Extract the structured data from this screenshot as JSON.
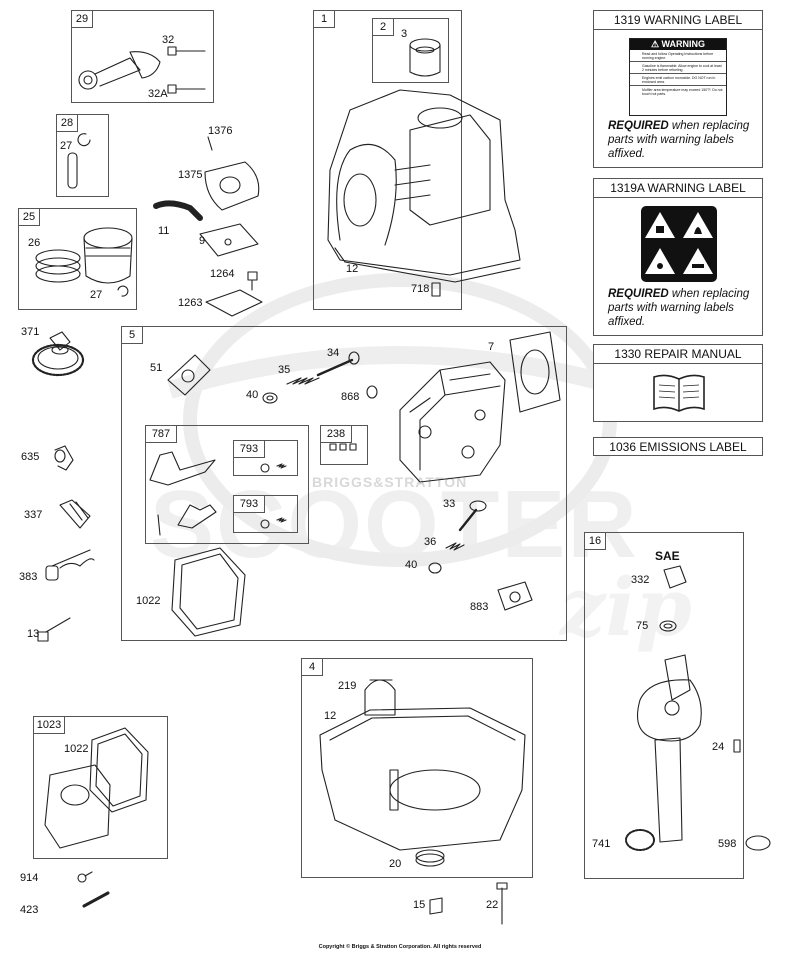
{
  "watermark": {
    "brand": "BRIGGS&STRATTON",
    "big": "SCOOTER",
    "script": "zip"
  },
  "copyright": "Copyright © Briggs & Stratton Corporation. All rights reserved",
  "panels": {
    "p1319": {
      "title": "1319 WARNING LABEL",
      "badge": "⚠ WARNING",
      "lines": [
        "Read and follow Operating Instructions before running engine.",
        "Gasoline is flammable. Allow engine to cool at least 2 minutes before refueling.",
        "Engines emit carbon monoxide. DO NOT run in enclosed area.",
        "Muffler area temperature may exceed 150°F. Do not touch hot parts."
      ],
      "req_bold": "REQUIRED",
      "req_text": " when replacing",
      "req_line2": "parts with warning labels",
      "req_line3": "affixed."
    },
    "p1319a": {
      "title": "1319A WARNING LABEL",
      "req_bold": "REQUIRED",
      "req_text": " when replacing",
      "req_line2": "parts with warning labels",
      "req_line3": "affixed."
    },
    "p1330": {
      "title": "1330 REPAIR MANUAL"
    },
    "p1036": {
      "title": "1036 EMISSIONS LABEL"
    }
  },
  "groups": {
    "g29": "29",
    "g28": "28",
    "g25": "25",
    "g1": "1",
    "g2": "2",
    "g5": "5",
    "g787": "787",
    "g793a": "793",
    "g793b": "793",
    "g238": "238",
    "g4": "4",
    "g1023": "1023",
    "g16": "16"
  },
  "callouts": {
    "c32": "32",
    "c32a": "32A",
    "c27a": "27",
    "c26": "26",
    "c27b": "27",
    "c1376": "1376",
    "c1375": "1375",
    "c11": "11",
    "c9": "9",
    "c1264": "1264",
    "c1263": "1263",
    "c3": "3",
    "c12a": "12",
    "c718": "718",
    "c371": "371",
    "c635": "635",
    "c337": "337",
    "c383": "383",
    "c13": "13",
    "c51": "51",
    "c35": "35",
    "c34": "34",
    "c7": "7",
    "c40a": "40",
    "c868": "868",
    "c33": "33",
    "c36": "36",
    "c40b": "40",
    "c1022a": "1022",
    "c883": "883",
    "c219": "219",
    "c12b": "12",
    "c20": "20",
    "c15": "15",
    "c22": "22",
    "c1022b": "1022",
    "c914": "914",
    "c423": "423",
    "csae": "SAE",
    "c332": "332",
    "c75": "75",
    "c24": "24",
    "c741": "741",
    "c598": "598"
  }
}
